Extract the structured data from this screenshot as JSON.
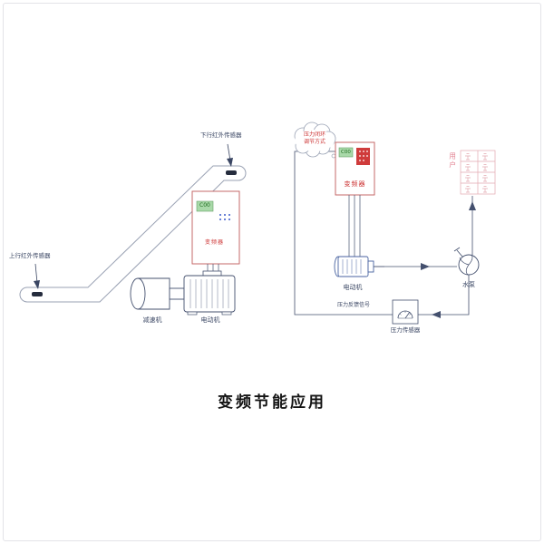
{
  "title": "变频节能应用",
  "colors": {
    "accent_red": "#cc3333",
    "line_navy": "#44506e",
    "display_green": "#a9d9a9",
    "user_pink": "#e3a8b0",
    "escalator_gray": "#99a1b3"
  },
  "escalator_system": {
    "down_sensor_label": "下行红外传感器",
    "up_sensor_label": "上行红外传感器",
    "inverter_display": "C00",
    "inverter_label": "变频器",
    "reducer_label": "减速机",
    "motor_label": "电动机"
  },
  "pump_system": {
    "cloud_line1": "压力闭环",
    "cloud_line2": "调节方式",
    "inverter_display": "C00",
    "inverter_label": "变频器",
    "motor_label": "电动机",
    "pump_label": "水泵",
    "user_label": "用户",
    "feedback_label": "压力反馈信号",
    "sensor_label": "压力传感器"
  }
}
